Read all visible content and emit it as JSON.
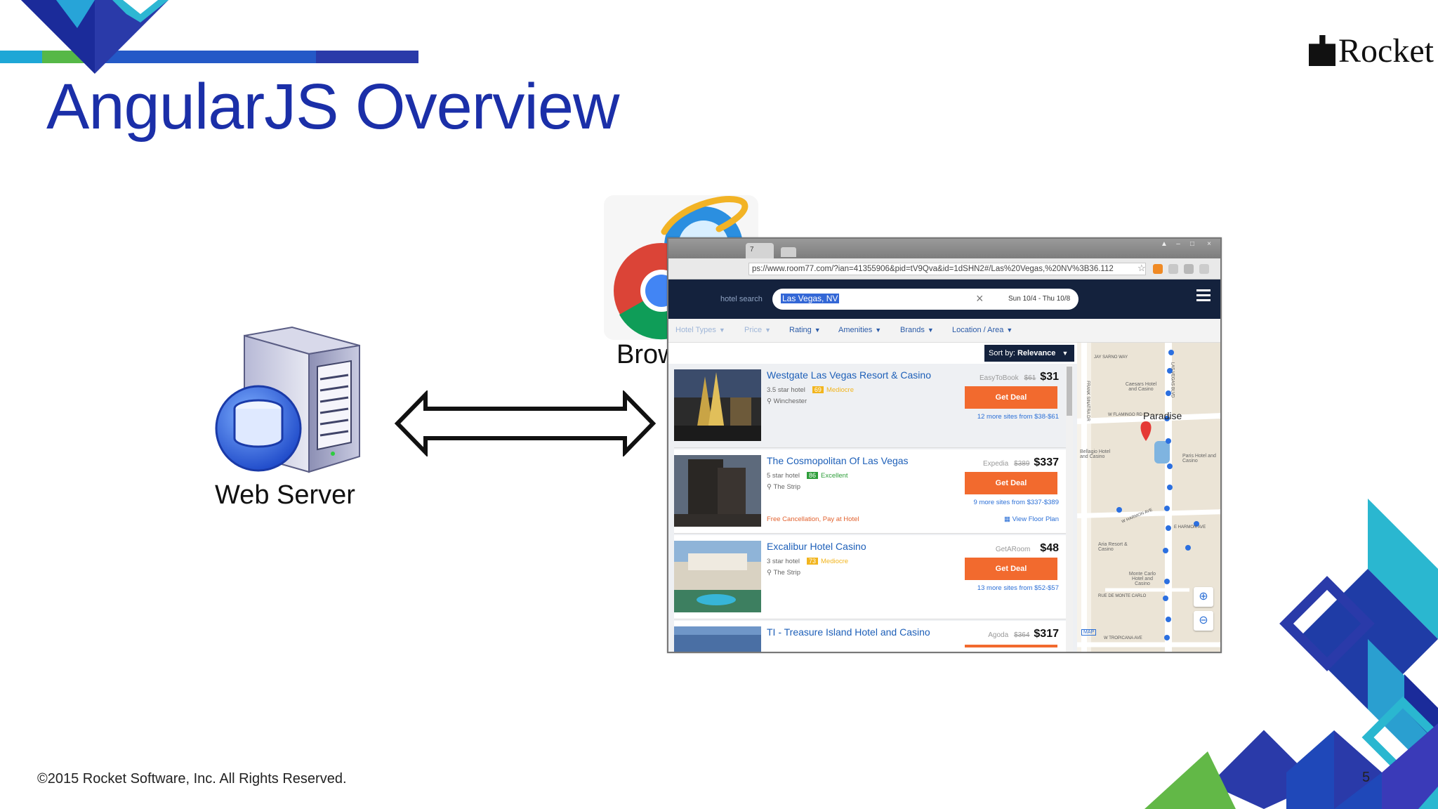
{
  "slide": {
    "title": "AngularJS Overview",
    "logo_text": "Rocket",
    "copyright": "©2015 Rocket Software, Inc. All Rights Reserved.",
    "page_number": "5",
    "server_label": "Web Server",
    "browser_label": "Browser"
  },
  "colors": {
    "title": "#1b2fa8",
    "navy": "#14223d",
    "deal": "#f26a2e",
    "link": "#1d5fb8"
  },
  "browser": {
    "tab_label": "7",
    "url": "ps://www.room77.com/?ian=41355906&pid=tV9Qva&id=1dSHN2#/Las%20Vegas,%20NV%3B36.112",
    "site_label": "hotel search",
    "search_value": "Las Vegas, NV",
    "dates": "Sun 10/4 - Thu 10/8",
    "filters": [
      "Hotel Types",
      "Price",
      "Rating",
      "Amenities",
      "Brands",
      "Location / Area"
    ],
    "sort_prefix": "Sort by:",
    "sort_value": "Relevance",
    "hotels": [
      {
        "name": "Westgate Las Vegas Resort & Casino",
        "stars": "3.5 star hotel",
        "score": "69",
        "rating": "Mediocre",
        "location": "Winchester",
        "provider": "EasyToBook",
        "old_price": "$61",
        "price": "$31",
        "deal": "Get Deal",
        "more": "12 more sites from $38-$61"
      },
      {
        "name": "The Cosmopolitan Of Las Vegas",
        "stars": "5 star hotel",
        "score": "86",
        "rating": "Excellent",
        "location": "The Strip",
        "provider": "Expedia",
        "old_price": "$389",
        "price": "$337",
        "deal": "Get Deal",
        "more": "9 more sites from $337-$389",
        "extra_left": "Free Cancellation, Pay at Hotel",
        "extra_right": "View Floor Plan"
      },
      {
        "name": "Excalibur Hotel Casino",
        "stars": "3 star hotel",
        "score": "73",
        "rating": "Mediocre",
        "location": "The Strip",
        "provider": "GetARoom",
        "old_price": "",
        "price": "$48",
        "deal": "Get Deal",
        "more": "13 more sites from $52-$57"
      },
      {
        "name": "TI - Treasure Island Hotel and Casino",
        "provider": "Agoda",
        "old_price": "$364",
        "price": "$317"
      }
    ],
    "map": {
      "paradise": "Paradise",
      "labels": [
        "JAY SARNO WAY",
        "Caesars Hotel and Casino",
        "W FLAMINGO RD",
        "Bellagio Hotel and Casino",
        "Paris Hotel and Casino",
        "W HARMON AVE",
        "E HARMON AVE",
        "Aria Resort & Casino",
        "Monte Carlo Hotel and Casino",
        "RUE DE MONTE CARLO",
        "W TROPICANA AVE",
        "FRANK SINATRA DR",
        "LAS VEGAS BLVD",
        "MAP"
      ]
    }
  }
}
